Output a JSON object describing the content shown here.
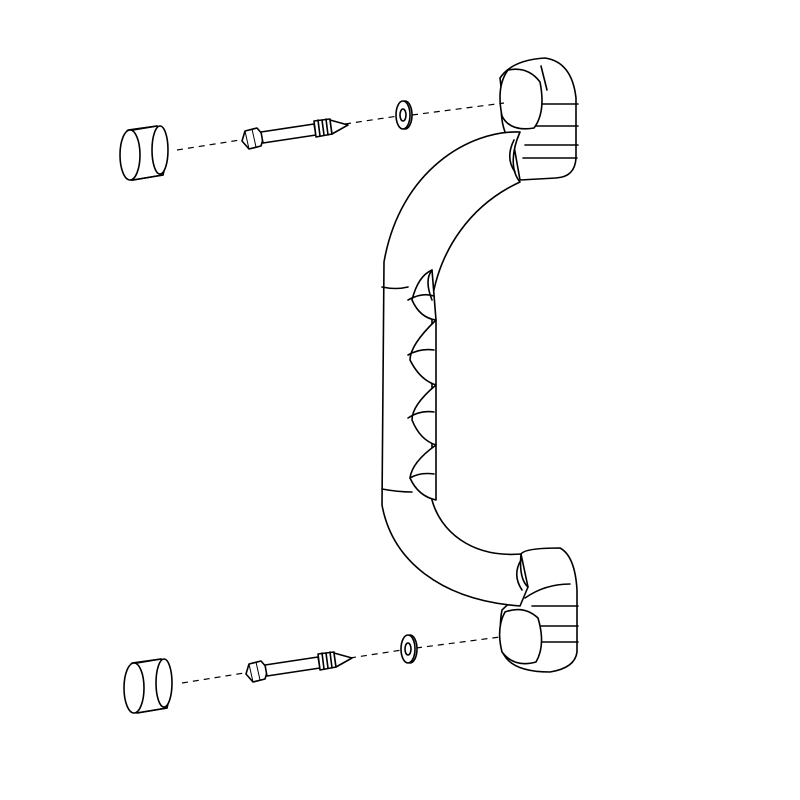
{
  "diagram": {
    "type": "exploded-assembly-line-drawing",
    "components": [
      {
        "id": "grab-bar",
        "icon": "grab-bar-icon"
      },
      {
        "id": "end-cap-top",
        "icon": "cap-icon"
      },
      {
        "id": "screw-top",
        "icon": "screw-icon"
      },
      {
        "id": "washer-top",
        "icon": "washer-icon"
      },
      {
        "id": "end-cap-bottom",
        "icon": "cap-icon"
      },
      {
        "id": "screw-bottom",
        "icon": "screw-icon"
      },
      {
        "id": "washer-bottom",
        "icon": "washer-icon"
      }
    ],
    "stroke_color": "#000000",
    "background_color": "#ffffff"
  }
}
